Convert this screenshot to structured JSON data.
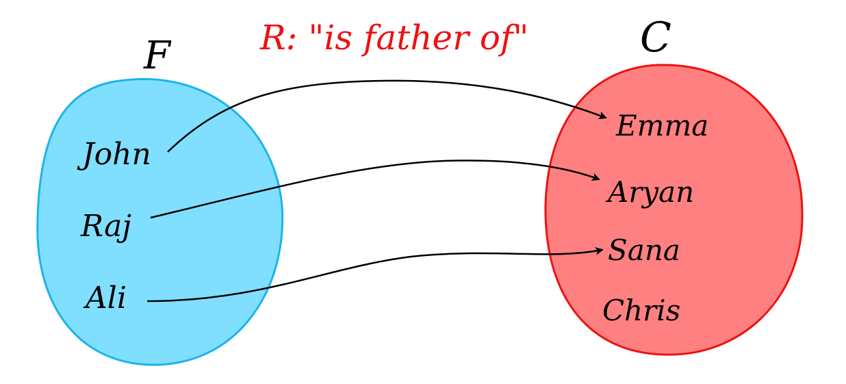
{
  "title": "R: \"is father of\"",
  "sets": {
    "father_set": {
      "label": "F",
      "members": [
        "John",
        "Raj",
        "Ali"
      ],
      "fill": "#80dfff",
      "stroke": "#1ab4ea"
    },
    "children_set": {
      "label": "C",
      "members": [
        "Emma",
        "Aryan",
        "Sana",
        "Chris"
      ],
      "fill": "#ff8080",
      "stroke": "#ee1111"
    }
  },
  "relations": [
    {
      "from": "John",
      "to": "Emma"
    },
    {
      "from": "Raj",
      "to": "Aryan"
    },
    {
      "from": "Ali",
      "to": "Sana"
    }
  ],
  "colors": {
    "title": "#ee1111",
    "ink": "#000000"
  }
}
